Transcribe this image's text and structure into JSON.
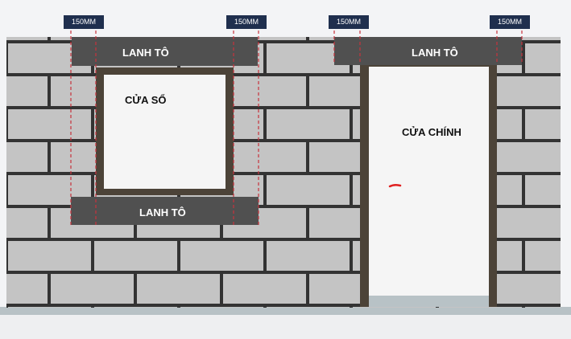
{
  "dimension_tags": [
    "150MM",
    "150MM",
    "150MM",
    "150MM"
  ],
  "window": {
    "label": "CỬA SỔ",
    "top_lintel_label": "LANH TÔ",
    "sill_lintel_label": "LANH TÔ"
  },
  "door": {
    "label": "CỬA CHÍNH",
    "top_lintel_label": "LANH TÔ"
  },
  "colors": {
    "brick": "#c4c4c4",
    "mortar": "#333333",
    "lintel": "#505050",
    "frame": "#4c4338",
    "opening": "#f5f5f5",
    "dimension_line": "#c8323c",
    "tag_background": "#1f2f4e",
    "floor": "#b8c2c6"
  }
}
